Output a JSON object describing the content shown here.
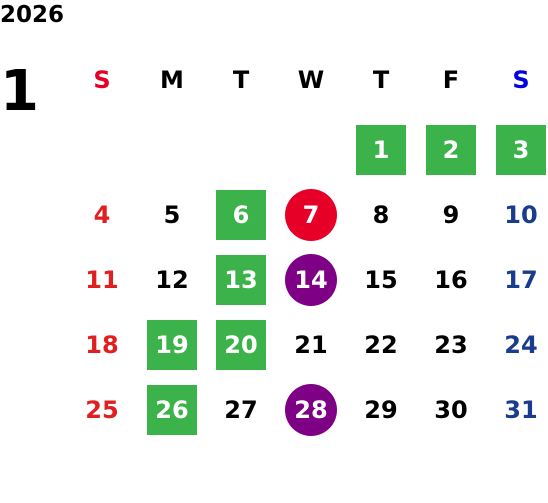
{
  "header": {
    "year": "2026",
    "month": "1"
  },
  "colors": {
    "sunday": "#e02020",
    "saturday_header": "#0000e0",
    "saturday": "#1a3c8c",
    "green_highlight": "#3cb34a",
    "red_circle": "#e60027",
    "purple_circle": "#7d0085"
  },
  "weekdays": [
    {
      "label": "S",
      "color": "#e60027"
    },
    {
      "label": "M",
      "color": "#000000"
    },
    {
      "label": "T",
      "color": "#000000"
    },
    {
      "label": "W",
      "color": "#000000"
    },
    {
      "label": "T",
      "color": "#000000"
    },
    {
      "label": "F",
      "color": "#000000"
    },
    {
      "label": "S",
      "color": "#0000e0"
    }
  ],
  "weeks": [
    [
      {
        "day": "",
        "style": ""
      },
      {
        "day": "",
        "style": ""
      },
      {
        "day": "",
        "style": ""
      },
      {
        "day": "",
        "style": ""
      },
      {
        "day": "1",
        "style": "green"
      },
      {
        "day": "2",
        "style": "green"
      },
      {
        "day": "3",
        "style": "green"
      }
    ],
    [
      {
        "day": "4",
        "style": "sun"
      },
      {
        "day": "5",
        "style": ""
      },
      {
        "day": "6",
        "style": "green"
      },
      {
        "day": "7",
        "style": "red-circle"
      },
      {
        "day": "8",
        "style": ""
      },
      {
        "day": "9",
        "style": ""
      },
      {
        "day": "10",
        "style": "sat"
      }
    ],
    [
      {
        "day": "11",
        "style": "sun"
      },
      {
        "day": "12",
        "style": ""
      },
      {
        "day": "13",
        "style": "green"
      },
      {
        "day": "14",
        "style": "purple-circle"
      },
      {
        "day": "15",
        "style": ""
      },
      {
        "day": "16",
        "style": ""
      },
      {
        "day": "17",
        "style": "sat"
      }
    ],
    [
      {
        "day": "18",
        "style": "sun"
      },
      {
        "day": "19",
        "style": "green"
      },
      {
        "day": "20",
        "style": "green"
      },
      {
        "day": "21",
        "style": ""
      },
      {
        "day": "22",
        "style": ""
      },
      {
        "day": "23",
        "style": ""
      },
      {
        "day": "24",
        "style": "sat"
      }
    ],
    [
      {
        "day": "25",
        "style": "sun"
      },
      {
        "day": "26",
        "style": "green"
      },
      {
        "day": "27",
        "style": ""
      },
      {
        "day": "28",
        "style": "purple-circle"
      },
      {
        "day": "29",
        "style": ""
      },
      {
        "day": "30",
        "style": ""
      },
      {
        "day": "31",
        "style": "sat"
      }
    ]
  ]
}
